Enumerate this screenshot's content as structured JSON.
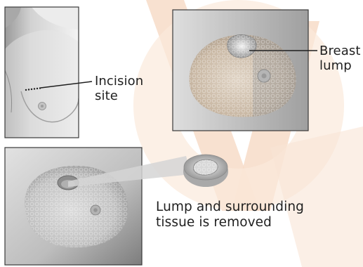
{
  "labels": {
    "incision": [
      "Incision",
      "site"
    ],
    "lump": [
      "Breast",
      "lump"
    ],
    "removed": [
      "Lump and surrounding",
      "tissue is removed"
    ]
  },
  "colors": {
    "watermark": "#f7dcc8",
    "frame": "#3a3a3a",
    "tissue_warm": "#c9b9a6",
    "panel_gray": "#b8b8b8"
  }
}
